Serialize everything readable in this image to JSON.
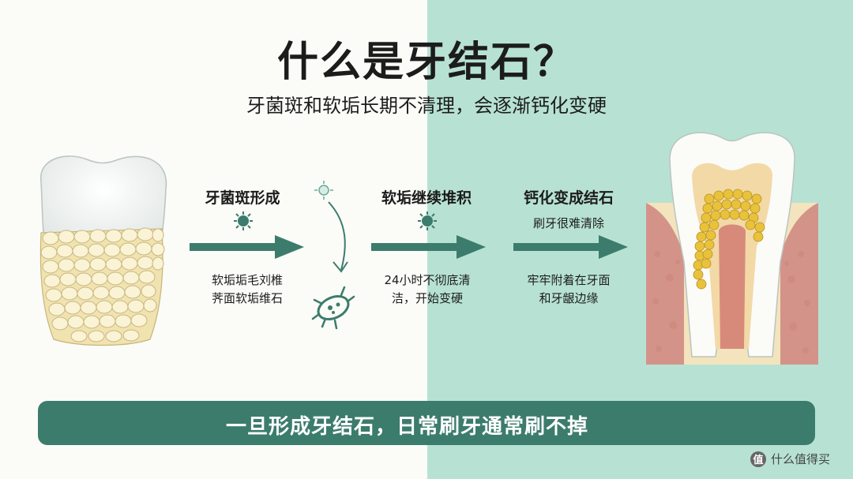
{
  "header": {
    "title": "什么是牙结石？",
    "subtitle": "牙菌斑和软垢长期不清理，会逐渐钙化变硬"
  },
  "steps": [
    {
      "title": "牙菌斑形成",
      "description_lines": [
        "软垢垢毛刘椎",
        "荠面软垢维石"
      ]
    },
    {
      "title": "软垢继续堆积",
      "description_lines": [
        "24小时不彻底清",
        "洁，开始变硬"
      ]
    },
    {
      "title": "钙化变成结石",
      "subtitle": "刷牙很难清除",
      "description_lines": [
        "牢牢附着在牙面",
        "和牙龈边缘"
      ]
    }
  ],
  "banner": {
    "text": "一旦形成牙结石，日常刷牙通常刷不掉"
  },
  "watermark": {
    "text": "什么值得买",
    "icon": "值"
  },
  "colors": {
    "accent": "#3c7c6c",
    "right_bg": "#b7e2d3",
    "left_bg": "#fbfbf8"
  },
  "icons": [
    "tooth-with-plaque",
    "bacteria-icon",
    "microbe-icon",
    "tooth-cross-section-with-tartar",
    "arrow-right-icon"
  ]
}
